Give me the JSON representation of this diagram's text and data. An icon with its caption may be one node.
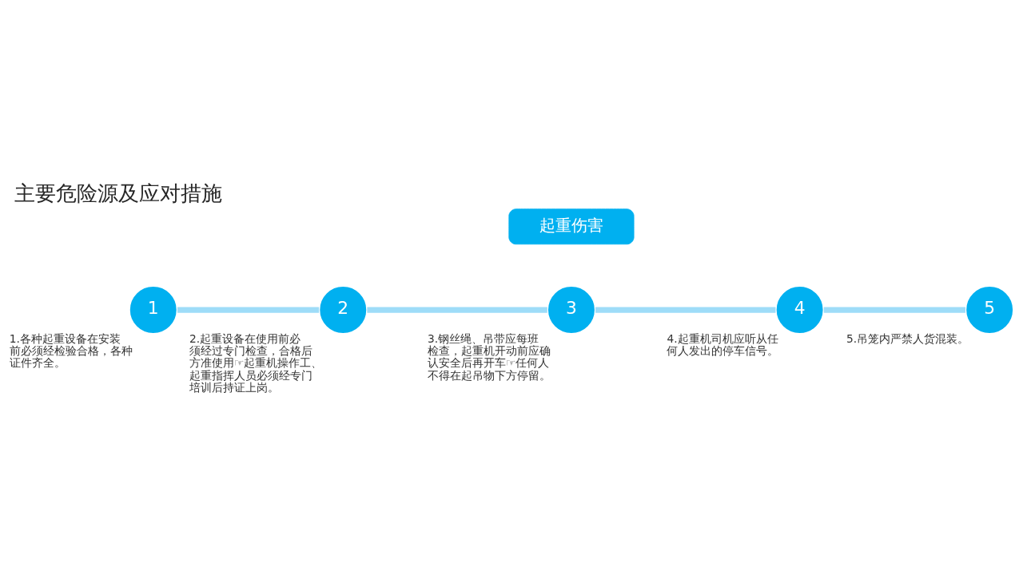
{
  "diagram": {
    "title": "主要危险源及应对措施",
    "nodes": [
      {
        "text": [
          "起重伤害"
        ]
      },
      {
        "text": [
          "1"
        ],
        "beside": [
          "1.各种起重设备在安装前必须经检验合格，各种证件齐全。"
        ]
      },
      {
        "text": [
          "2"
        ],
        "beside": [
          "2.起重设备在使用前必须经过专门检查，合格后方准使用☞起重机操作工、起重指挥人员必须经专门培训后持证上岗。"
        ]
      },
      {
        "text": [
          "3"
        ],
        "beside": [
          "3.钢丝绳、吊带应每班检查，起重机开动前应确认安全后再开车☞任何人不得在起吊物下方停留。"
        ]
      },
      {
        "text": [
          "4"
        ],
        "beside": [
          "4.起重机司机应听从任何人发出的停车信号。"
        ]
      },
      {
        "text": [
          "5"
        ],
        "beside": [
          "5.吊笼内严禁人货混装。"
        ]
      }
    ],
    "edges": [
      {
        "from": 1,
        "to": 2,
        "arrow": "none"
      },
      {
        "from": 2,
        "to": 3,
        "arrow": "none"
      },
      {
        "from": 3,
        "to": 4,
        "arrow": "none"
      },
      {
        "from": 4,
        "to": 5,
        "arrow": "none"
      }
    ]
  }
}
